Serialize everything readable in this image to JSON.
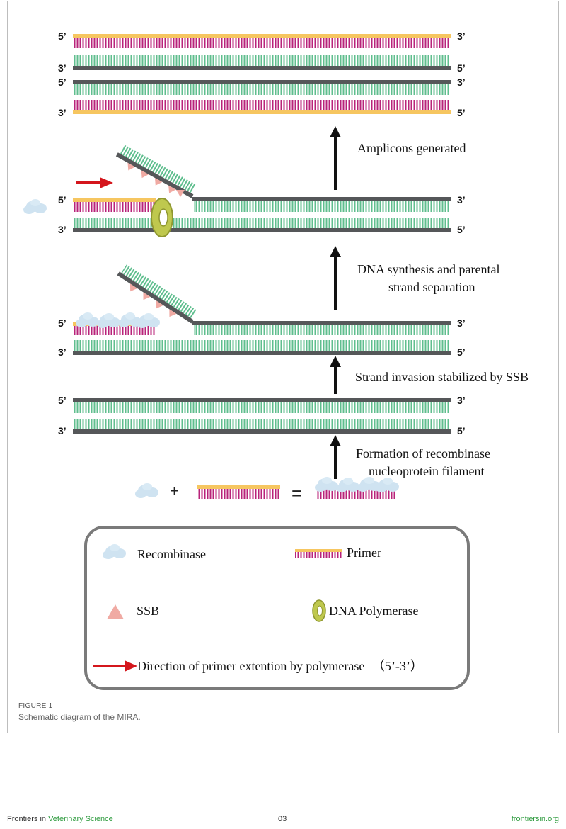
{
  "strand_ends": {
    "five": "5’",
    "three": "3’"
  },
  "steps": {
    "amplicons": "Amplicons generated",
    "synthesis_line1": "DNA synthesis and parental",
    "synthesis_line2": "strand separation",
    "invasion": "Strand invasion stabilized by SSB",
    "formation_line1": "Formation of recombinase",
    "formation_line2": "nucleoprotein filament"
  },
  "equation": {
    "plus": "+",
    "equals": "="
  },
  "legend": {
    "recombinase": "Recombinase",
    "primer": "Primer",
    "ssb": "SSB",
    "polymerase": "DNA Polymerase",
    "direction": "Direction of primer extention by polymerase",
    "direction_suffix": "（5’-3’）"
  },
  "caption": {
    "figure_label": "FIGURE 1",
    "text": "Schematic diagram of the MIRA."
  },
  "footer": {
    "journal_prefix": "Frontiers in ",
    "journal_name": "Veterinary Science",
    "page_number": "03",
    "website": "frontiersin.org"
  },
  "colors": {
    "backbone": "#555759",
    "parent_teeth": "#5fbe8e",
    "new_teeth": "#b8237a",
    "primer_backbone": "#f6c660",
    "recombinase": "#cfe3f1",
    "ssb": "#f0aaa3",
    "polymerase": "#bfc84e",
    "arrow_red": "#d4161c",
    "arrow_black": "#111111"
  },
  "icons": {
    "recombinase": "recombinase-cloud-icon",
    "primer": "primer-strand-icon",
    "ssb": "ssb-triangle-icon",
    "polymerase": "polymerase-ring-icon",
    "direction": "red-arrow-icon"
  }
}
